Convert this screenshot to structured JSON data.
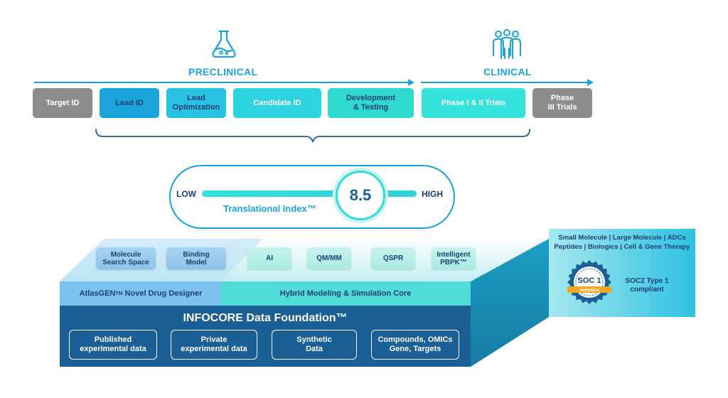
{
  "pipeline": {
    "preclinical_label": "PRECLINICAL",
    "clinical_label": "CLINICAL",
    "stages": [
      {
        "label": "Target ID",
        "fill": "#8c8c8c",
        "text": "#ffffff"
      },
      {
        "label": "Lead ID",
        "fill": "#1ba4dc",
        "text": "#1c3f73"
      },
      {
        "label": "Lead\nOptimization",
        "fill": "#29c2e2",
        "text": "#1c3f73"
      },
      {
        "label": "Candidate ID",
        "fill": "#2dd3df",
        "text": "#ffffff"
      },
      {
        "label": "Development\n& Testing",
        "fill": "#2fd9d0",
        "text": "#1c3f73"
      },
      {
        "label": "Phase I & II Trials",
        "fill": "#34e4dc",
        "text": "#ffffff"
      },
      {
        "label": "Phase\nIII Trials",
        "fill": "#8c8c8c",
        "text": "#ffffff"
      }
    ],
    "icons": [
      "flask-icon",
      "people-group-icon"
    ]
  },
  "translational": {
    "low_label": "LOW",
    "high_label": "HIGH",
    "score": "8.5",
    "caption": "Translational Index™"
  },
  "platform": {
    "chips": [
      {
        "label": "Molecule\nSearch Space",
        "style": "blue"
      },
      {
        "label": "Binding\nModel",
        "style": "blue"
      },
      {
        "label": "AI",
        "style": "teal"
      },
      {
        "label": "QM/MM",
        "style": "teal"
      },
      {
        "label": "QSPR",
        "style": "teal"
      },
      {
        "label": "Intelligent\nPBPK™",
        "style": "teal"
      }
    ],
    "atlasgen_label_pre": "AtlasGEN",
    "atlasgen_tm": "TM",
    "atlasgen_label_post": " Novel Drug Designer",
    "hybrid_label": "Hybrid Modeling & Simulation Core",
    "foundation_title": "INFOCORE Data Foundation™",
    "data_boxes": [
      "Published\nexperimental data",
      "Private\nexperimental data",
      "Synthetic\nData",
      "Compounds, OMICs\nGene, Targets"
    ]
  },
  "side_panel": {
    "line1": "Small Molecule | Large Molecule | ADCs",
    "line2": "Peptides | Biologics | Cell & Gene Therapy",
    "badge_title": "SOC 1",
    "badge_ribbon": "compliant",
    "soc2_text": "SOC2 Type 1\ncompliant"
  },
  "colors": {
    "dark_blue": "#1a5f95",
    "accent_blue": "#1ba4dc",
    "teal": "#2dd9d3",
    "navy_text": "#1c3f73",
    "ribbon_orange": "#f5a623"
  }
}
